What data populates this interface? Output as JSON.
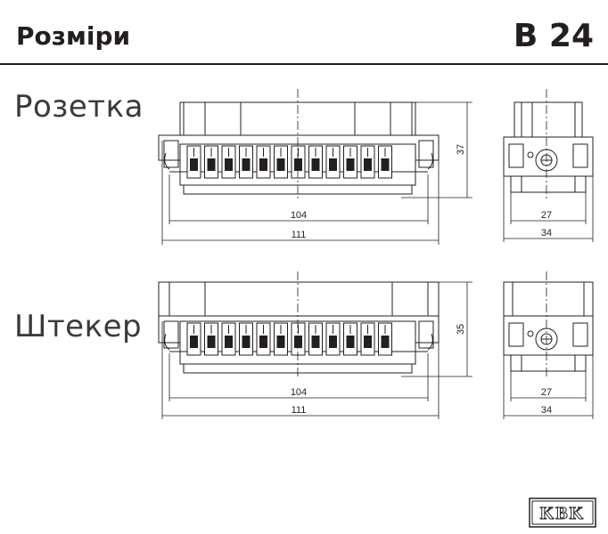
{
  "header": {
    "title": "Розміри",
    "code": "B 24"
  },
  "sections": [
    {
      "label": "Розетка",
      "dims": {
        "inner_width": "104",
        "outer_width": "111",
        "height": "37",
        "side_inner": "27",
        "side_outer": "34"
      }
    },
    {
      "label": "Штекер",
      "dims": {
        "inner_width": "104",
        "outer_width": "111",
        "height": "35",
        "side_inner": "27",
        "side_outer": "34"
      }
    }
  ],
  "logo": {
    "text": "KBK"
  }
}
